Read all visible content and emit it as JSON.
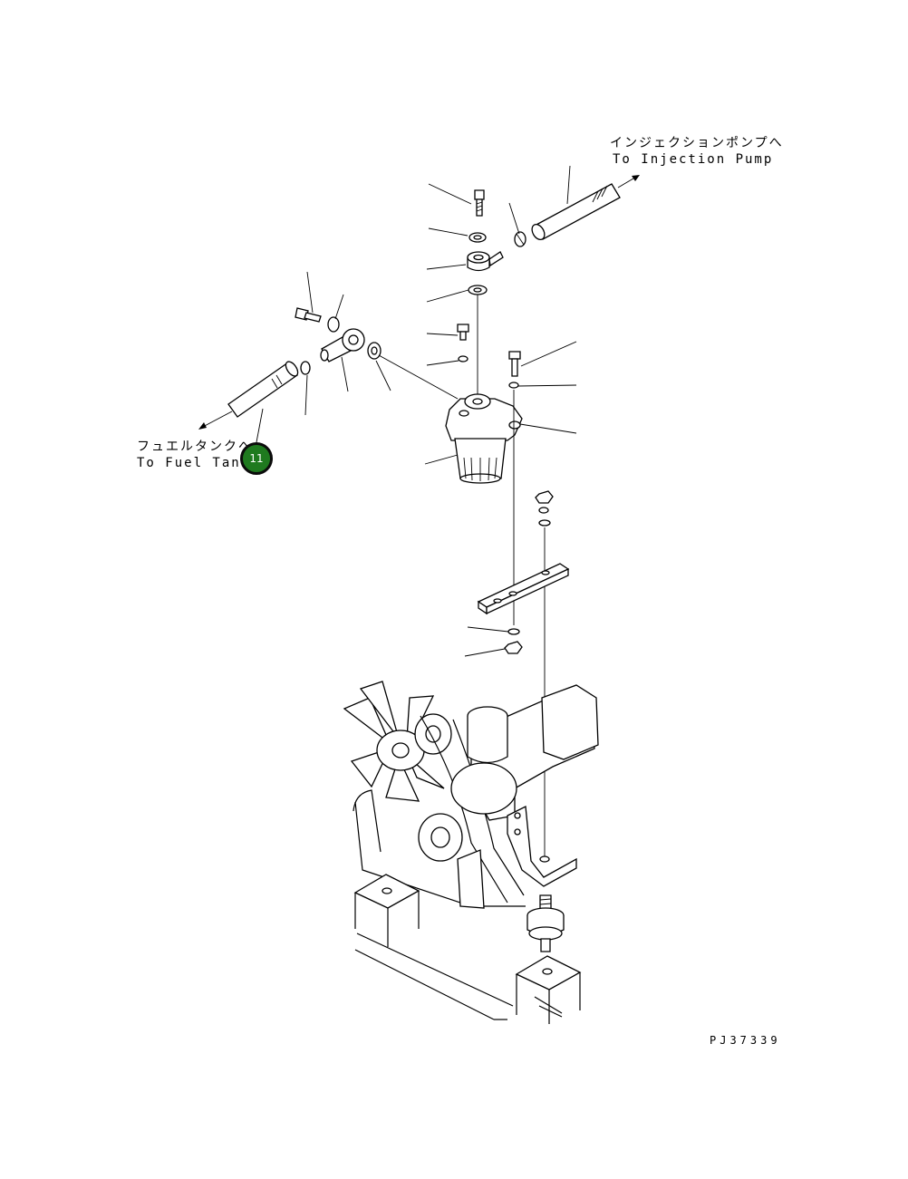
{
  "labels": {
    "to_injection_pump_jp": "インジェクションポンプへ",
    "to_injection_pump_en": "To Injection Pump",
    "to_fuel_tank_jp": "フュエルタンクへ",
    "to_fuel_tank_en": "To Fuel Tank",
    "drawing_number": "PJ37339"
  },
  "callouts": [
    {
      "number": "11"
    }
  ],
  "colors": {
    "callout_fill": "#1f7a1f",
    "line": "#000000",
    "background": "#ffffff"
  }
}
